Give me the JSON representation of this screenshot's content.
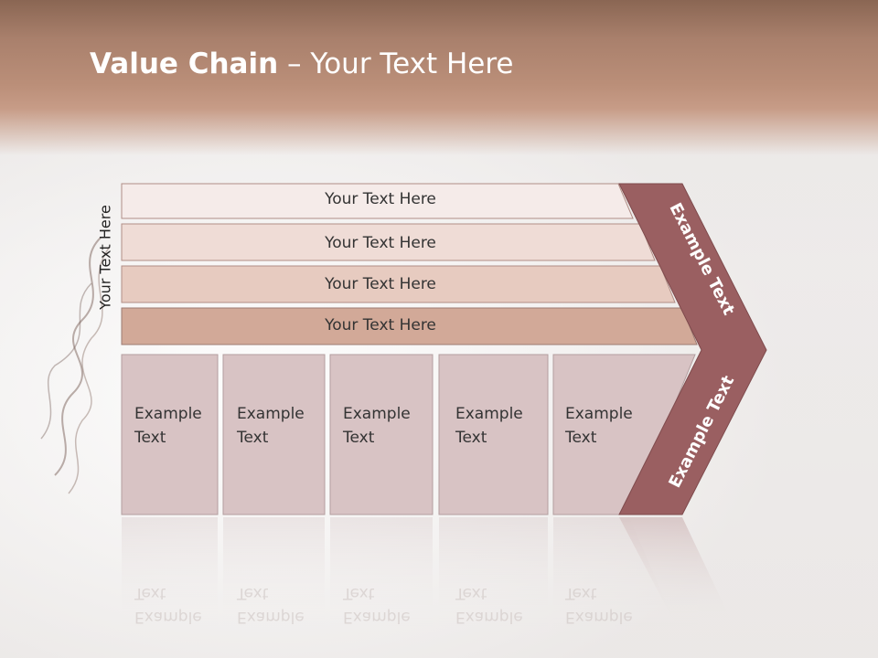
{
  "title": {
    "bold": "Value Chain",
    "rest": " – Your Text Here"
  },
  "vertical_label": "Your Text Here",
  "bars": [
    {
      "label": "Your Text Here",
      "color": "#f5ebe9"
    },
    {
      "label": "Your Text Here",
      "color": "#efdcd6"
    },
    {
      "label": "Your Text Here",
      "color": "#e7cbc0"
    },
    {
      "label": "Your Text Here",
      "color": "#d2a998"
    }
  ],
  "boxes": [
    {
      "line1": "Example",
      "line2": "Text"
    },
    {
      "line1": "Example",
      "line2": "Text"
    },
    {
      "line1": "Example",
      "line2": "Text"
    },
    {
      "line1": "Example",
      "line2": "Text"
    },
    {
      "line1": "Example",
      "line2": "Text"
    }
  ],
  "arrow": {
    "upper": "Example Text",
    "lower": "Example Text",
    "color": "#9a5f61"
  },
  "box_color": "#d8c3c4"
}
